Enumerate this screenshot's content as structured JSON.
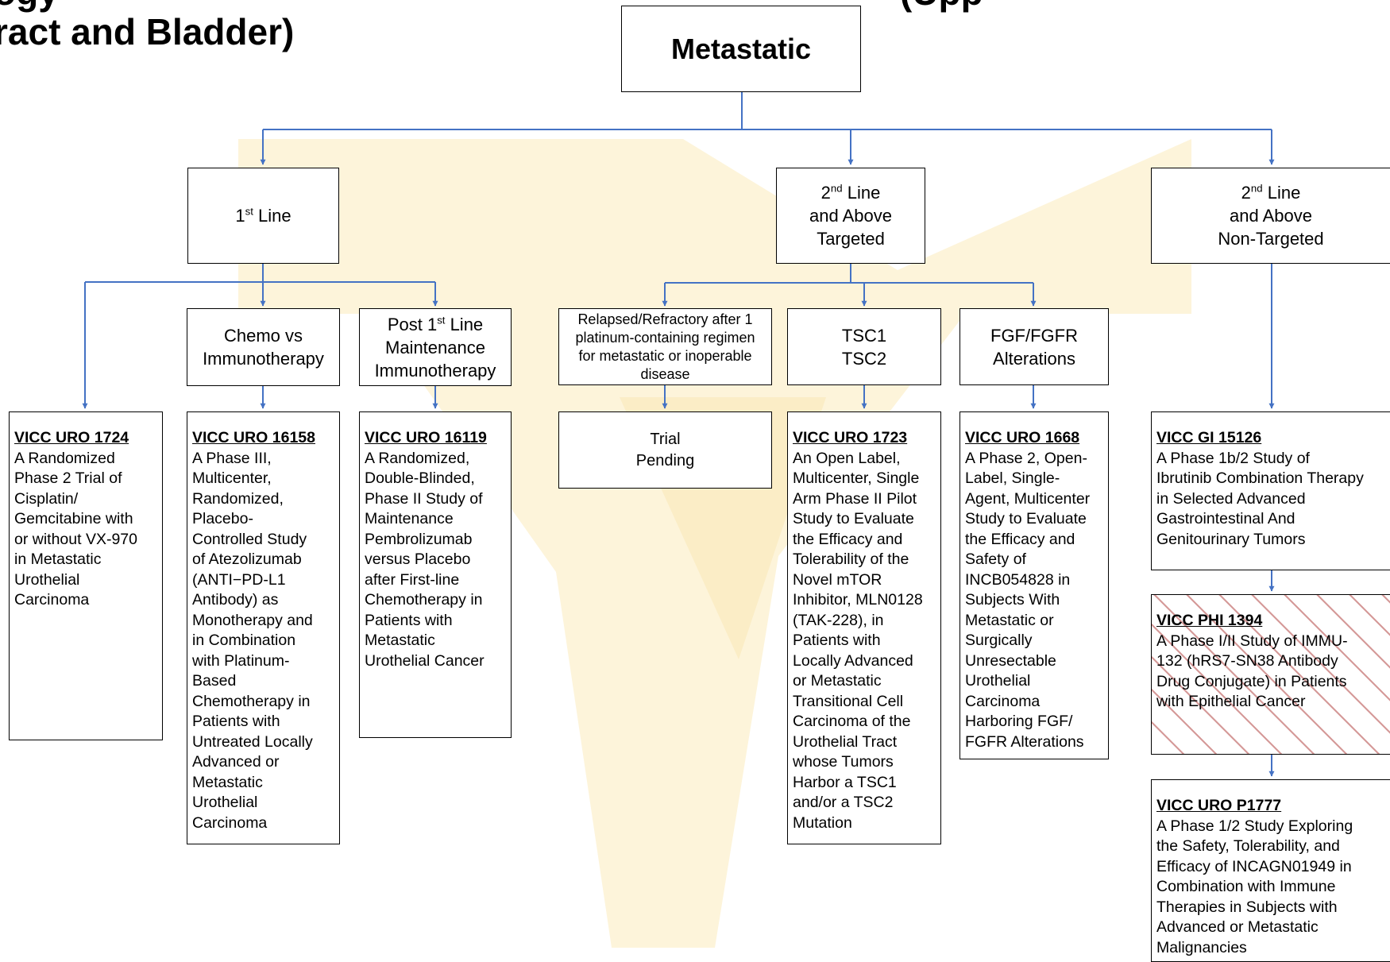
{
  "title": {
    "line1_fragment": "ogy",
    "line2_fragment": "ract and Bladder)",
    "right_fragment": "(Upp"
  },
  "root": {
    "label": "Metastatic"
  },
  "categories": {
    "first_line": {
      "pre": "1",
      "sup": "st",
      "post": " Line"
    },
    "second_targeted": {
      "pre": "2",
      "sup": "nd",
      "post": " Line",
      "line2": "and Above",
      "line3": "Targeted"
    },
    "second_nontargeted": {
      "pre": "2",
      "sup": "nd",
      "post": " Line",
      "line2": "and Above",
      "line3": "Non-Targeted"
    }
  },
  "subcategories": {
    "chemo_vs_immuno": {
      "line1": "Chemo vs",
      "line2": "Immunotherapy"
    },
    "maintenance": {
      "pre": "Post 1",
      "sup": "st",
      "post": " Line",
      "line2": "Maintenance",
      "line3": "Immunotherapy"
    },
    "relapsed": {
      "line1": "Relapsed/Refractory after 1",
      "line2": "platinum-containing regimen",
      "line3": "for metastatic or inoperable",
      "line4": "disease"
    },
    "tsc": {
      "line1": "TSC1",
      "line2": "TSC2"
    },
    "fgfr": {
      "line1": "FGF/FGFR",
      "line2": "Alterations"
    }
  },
  "trials": {
    "uro_1724": {
      "code": "VICC URO 1724",
      "desc": "A Randomized\nPhase 2 Trial of\nCisplatin/\nGemcitabine with\nor without VX-970\nin Metastatic\nUrothelial\nCarcinoma"
    },
    "uro_16158": {
      "code": "VICC URO 16158",
      "desc": "A Phase III,\nMulticenter,\nRandomized,\nPlacebo-\nControlled Study\nof Atezolizumab\n(ANTI−PD-L1\nAntibody) as\nMonotherapy and\nin Combination\nwith Platinum-\nBased\nChemotherapy in\nPatients with\nUntreated Locally\nAdvanced or\nMetastatic\nUrothelial\nCarcinoma"
    },
    "uro_16119": {
      "code": "VICC URO 16119",
      "desc": "A Randomized,\nDouble-Blinded,\nPhase II Study of\nMaintenance\nPembrolizumab\nversus Placebo\nafter First-line\nChemotherapy in\nPatients with\nMetastatic\nUrothelial Cancer"
    },
    "pending": {
      "line1": "Trial",
      "line2": "Pending"
    },
    "uro_1723": {
      "code": "VICC URO 1723",
      "desc": "An Open Label,\nMulticenter, Single\nArm Phase II Pilot\nStudy to Evaluate\nthe Efficacy and\nTolerability of the\nNovel mTOR\nInhibitor, MLN0128\n(TAK-228), in\nPatients with\nLocally Advanced\nor Metastatic\nTransitional Cell\nCarcinoma of the\nUrothelial Tract\nwhose Tumors\nHarbor a TSC1\nand/or a TSC2\nMutation"
    },
    "uro_1668": {
      "code": "VICC URO 1668",
      "desc": "A Phase 2, Open-\nLabel, Single-\nAgent, Multicenter\nStudy to Evaluate\nthe Efficacy and\nSafety of\nINCB054828 in\nSubjects With\nMetastatic or\nSurgically\nUnresectable\nUrothelial\nCarcinoma\nHarboring FGF/\nFGFR Alterations"
    },
    "gi_15126": {
      "code": "VICC GI 15126",
      "desc": "A Phase 1b/2 Study of\nIbrutinib Combination Therapy\nin Selected Advanced\nGastrointestinal And\nGenitourinary Tumors"
    },
    "phi_1394": {
      "code": "VICC PHI 1394",
      "desc": "A Phase I/II Study of IMMU-\n132 (hRS7-SN38 Antibody\nDrug Conjugate) in Patients\nwith Epithelial Cancer"
    },
    "uro_p1777": {
      "code": "VICC URO P1777",
      "desc": "A Phase 1/2 Study Exploring\nthe Safety, Tolerability, and\nEfficacy of INCAGN01949 in\nCombination with Immune\nTherapies in Subjects with\nAdvanced or Metastatic\nMalignancies"
    }
  },
  "colors": {
    "connector": "#4472c4",
    "watermark": "#fdf3d8",
    "hatch": "#d59a99",
    "border": "#000000"
  }
}
